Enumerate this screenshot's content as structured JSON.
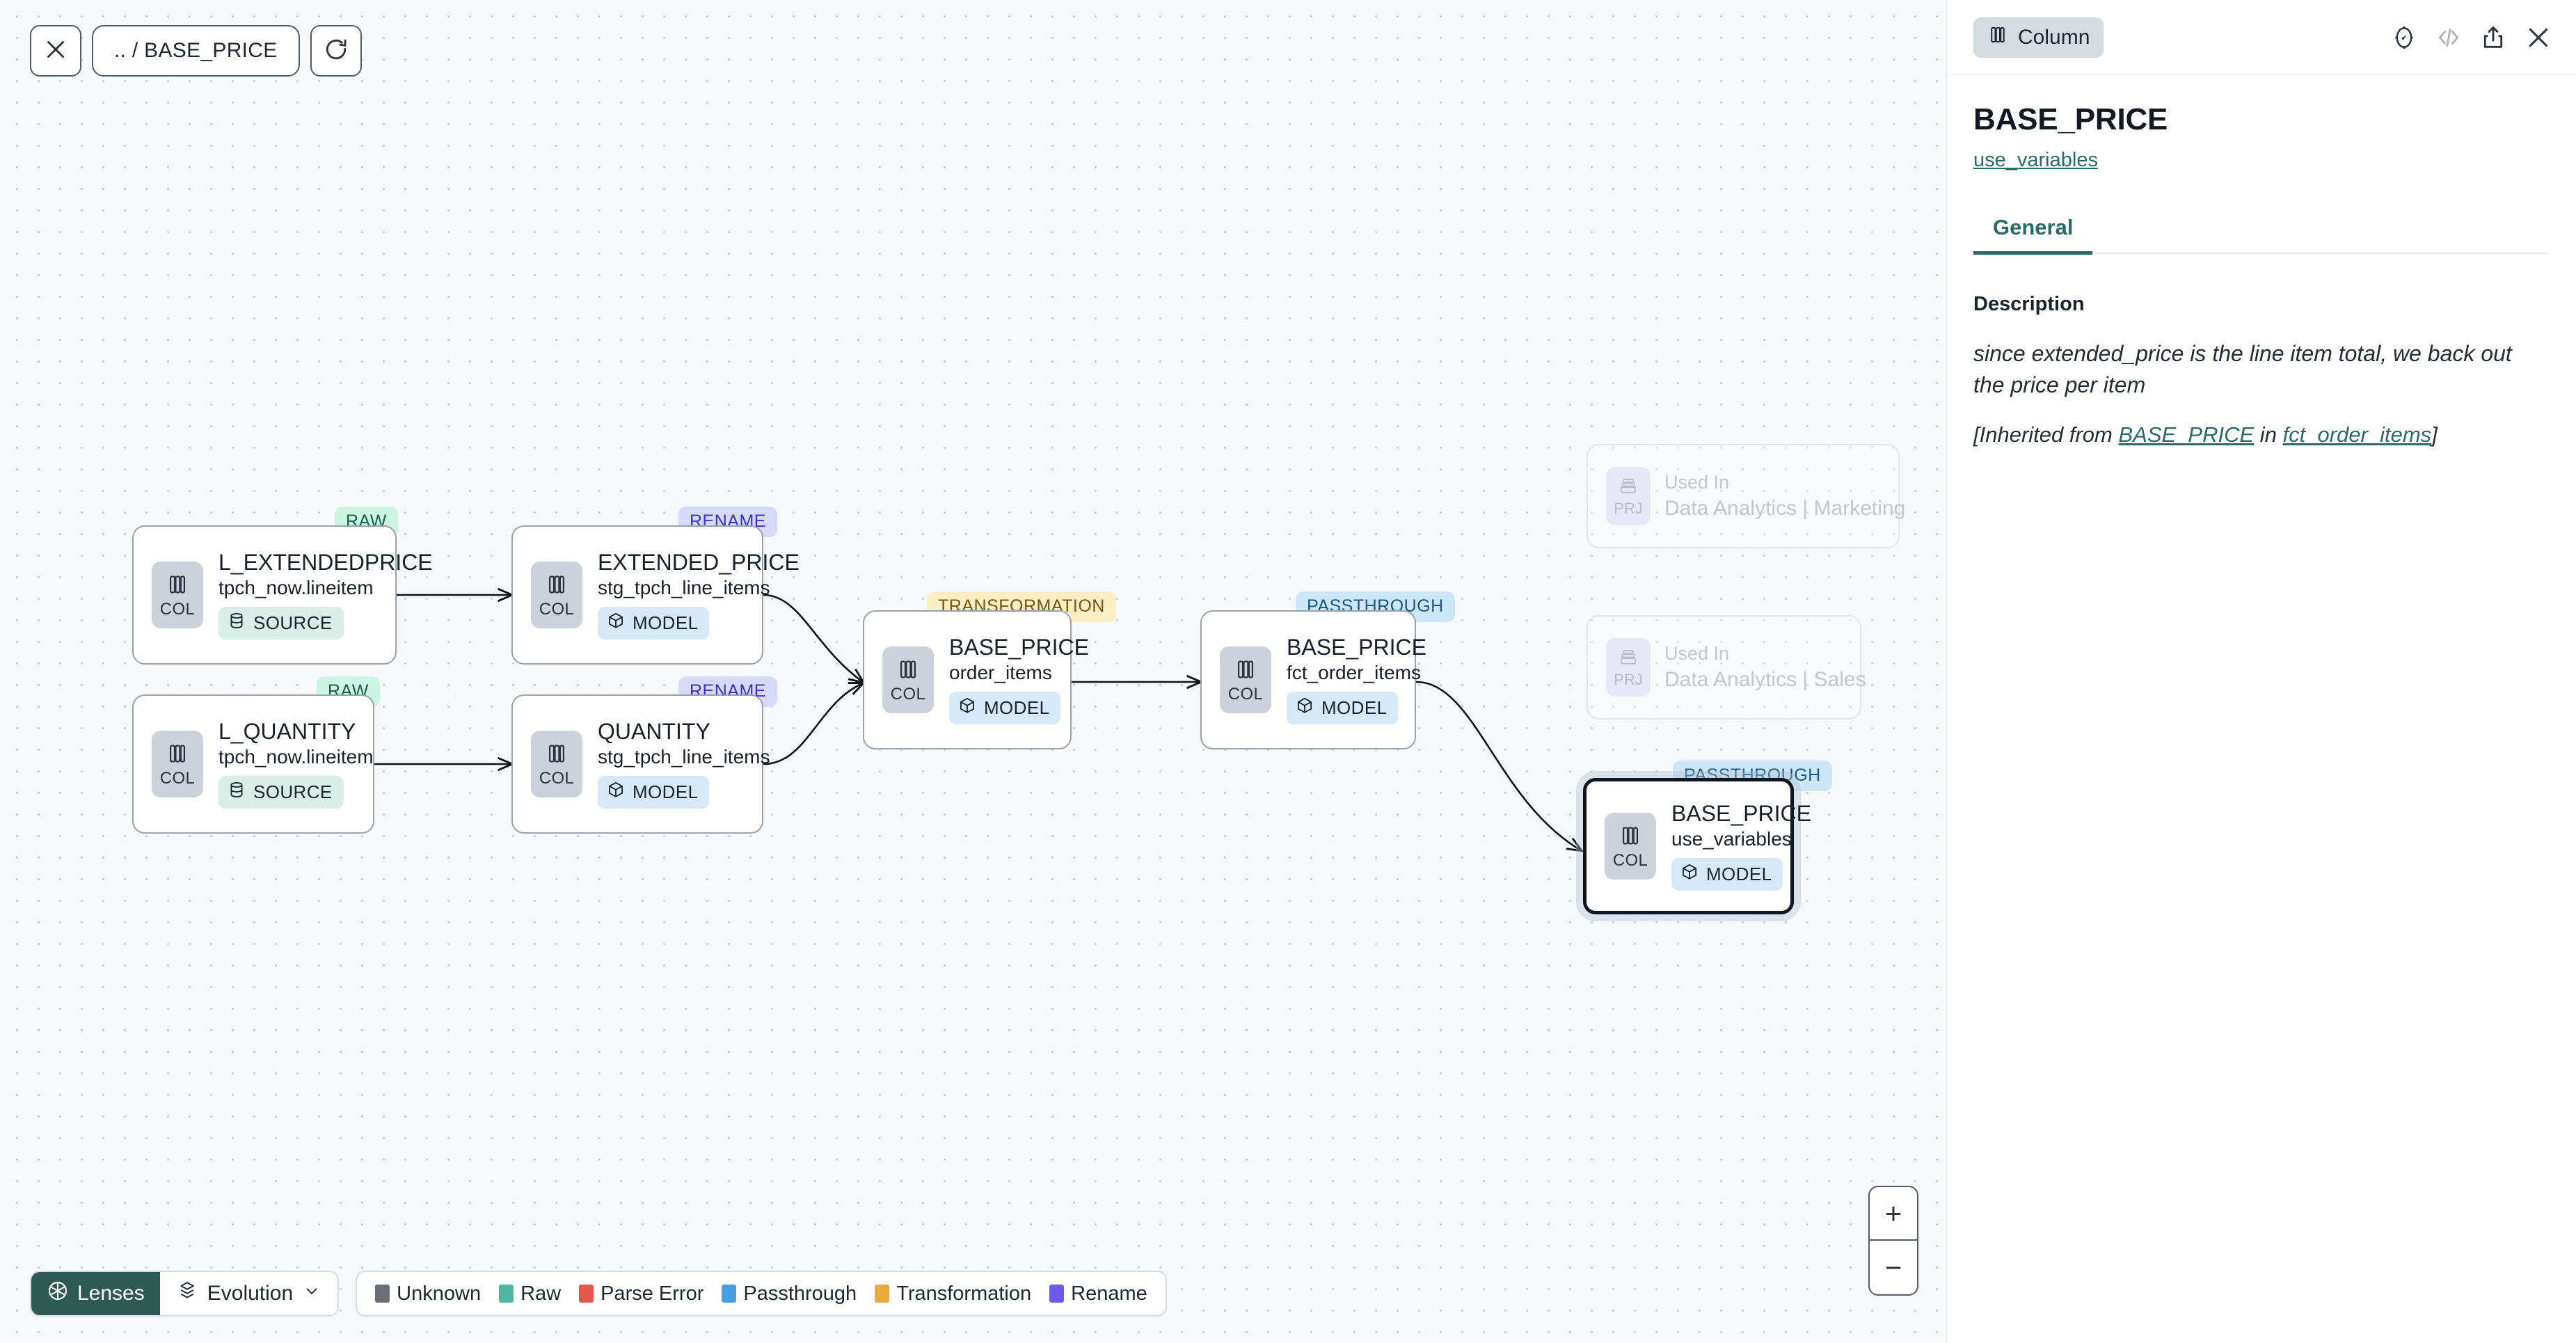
{
  "canvas": {
    "top_controls": {
      "close_icon": "close-icon",
      "breadcrumb": ".. / BASE_PRICE",
      "refresh_icon": "refresh-icon"
    },
    "nodes": [
      {
        "id": "l_extendedprice",
        "title": "L_EXTENDEDPRICE",
        "subtitle": "tpch_now.lineitem",
        "chip": "COL",
        "kind": "SOURCE",
        "kind_icon": "database-icon",
        "lens": "RAW",
        "selected": false
      },
      {
        "id": "l_quantity",
        "title": "L_QUANTITY",
        "subtitle": "tpch_now.lineitem",
        "chip": "COL",
        "kind": "SOURCE",
        "kind_icon": "database-icon",
        "lens": "RAW",
        "selected": false
      },
      {
        "id": "extended_price",
        "title": "EXTENDED_PRICE",
        "subtitle": "stg_tpch_line_items",
        "chip": "COL",
        "kind": "MODEL",
        "kind_icon": "cube-icon",
        "lens": "RENAME",
        "selected": false
      },
      {
        "id": "quantity",
        "title": "QUANTITY",
        "subtitle": "stg_tpch_line_items",
        "chip": "COL",
        "kind": "MODEL",
        "kind_icon": "cube-icon",
        "lens": "RENAME",
        "selected": false
      },
      {
        "id": "base_price_order_items",
        "title": "BASE_PRICE",
        "subtitle": "order_items",
        "chip": "COL",
        "kind": "MODEL",
        "kind_icon": "cube-icon",
        "lens": "TRANSFORMATION",
        "selected": false
      },
      {
        "id": "base_price_fct_order_items",
        "title": "BASE_PRICE",
        "subtitle": "fct_order_items",
        "chip": "COL",
        "kind": "MODEL",
        "kind_icon": "cube-icon",
        "lens": "PASSTHROUGH",
        "selected": false
      },
      {
        "id": "base_price_use_variables",
        "title": "BASE_PRICE",
        "subtitle": "use_variables",
        "chip": "COL",
        "kind": "MODEL",
        "kind_icon": "cube-icon",
        "lens": "PASSTHROUGH",
        "selected": true
      }
    ],
    "ghost_cards": [
      {
        "chip": "PRJ",
        "label": "Used In",
        "name": "Data Analytics | Marketing"
      },
      {
        "chip": "PRJ",
        "label": "Used In",
        "name": "Data Analytics | Sales"
      }
    ],
    "toolbar": {
      "lenses_label": "Lenses",
      "lenses_icon": "aperture-icon",
      "evolution_label": "Evolution",
      "evolution_icon": "layers-icon",
      "evolution_caret": "chevron-down-icon"
    },
    "legend": [
      {
        "label": "Unknown",
        "color": "#6b6e73"
      },
      {
        "label": "Raw",
        "color": "#4fb7a1"
      },
      {
        "label": "Parse Error",
        "color": "#e2584c"
      },
      {
        "label": "Passthrough",
        "color": "#49a0e0"
      },
      {
        "label": "Transformation",
        "color": "#e9ab39"
      },
      {
        "label": "Rename",
        "color": "#6a5ae8"
      }
    ],
    "zoom": {
      "in_label": "+",
      "out_label": "−"
    }
  },
  "panel": {
    "type_badge": "Column",
    "type_badge_icon": "column-icon",
    "head_icons": [
      {
        "name": "compass-icon"
      },
      {
        "name": "code-icon"
      },
      {
        "name": "share-icon"
      },
      {
        "name": "close-icon"
      }
    ],
    "title": "BASE_PRICE",
    "link": "use_variables",
    "tabs": [
      {
        "label": "General",
        "active": true
      }
    ],
    "description": {
      "section_label": "Description",
      "body": "since extended_price is the line item total, we back out the price per item",
      "inherit_prefix": "[Inherited from ",
      "inherit_link_1": "BASE_PRICE",
      "inherit_middle": " in ",
      "inherit_link_2": "fct_order_items",
      "inherit_suffix": "]"
    }
  }
}
